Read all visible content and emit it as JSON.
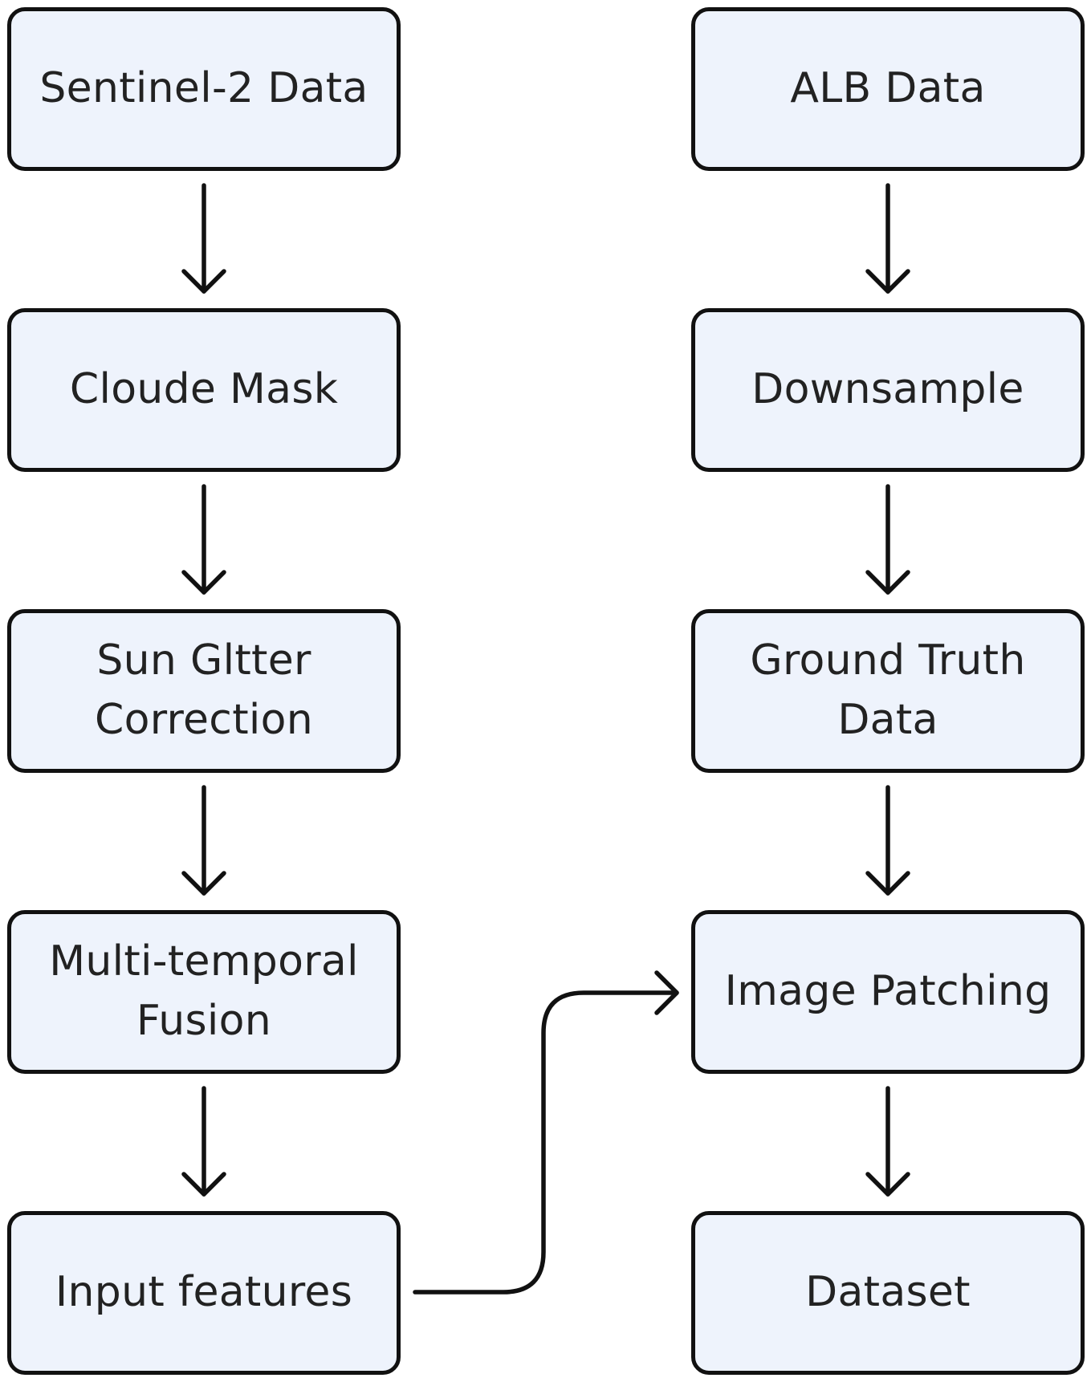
{
  "theme": {
    "box_fill": "#eef3fc",
    "box_border": "#111111",
    "text_color": "#222222",
    "arrow_color": "#111111"
  },
  "left_column": {
    "sentinel": "Sentinel-2 Data",
    "cloud_mask": "Cloude Mask",
    "sun_glitter": "Sun Gltter Correction",
    "fusion": "Multi-temporal Fusion",
    "input_features": "Input features"
  },
  "right_column": {
    "alb": "ALB Data",
    "downsample": "Downsample",
    "ground_truth": "Ground Truth Data",
    "patching": "Image Patching",
    "dataset": "Dataset"
  },
  "edges": [
    {
      "from": "Sentinel-2 Data",
      "to": "Cloude Mask"
    },
    {
      "from": "Cloude Mask",
      "to": "Sun Gltter Correction"
    },
    {
      "from": "Sun Gltter Correction",
      "to": "Multi-temporal Fusion"
    },
    {
      "from": "Multi-temporal Fusion",
      "to": "Input features"
    },
    {
      "from": "Input features",
      "to": "Image Patching"
    },
    {
      "from": "ALB Data",
      "to": "Downsample"
    },
    {
      "from": "Downsample",
      "to": "Ground Truth Data"
    },
    {
      "from": "Ground Truth Data",
      "to": "Image Patching"
    },
    {
      "from": "Image Patching",
      "to": "Dataset"
    }
  ]
}
